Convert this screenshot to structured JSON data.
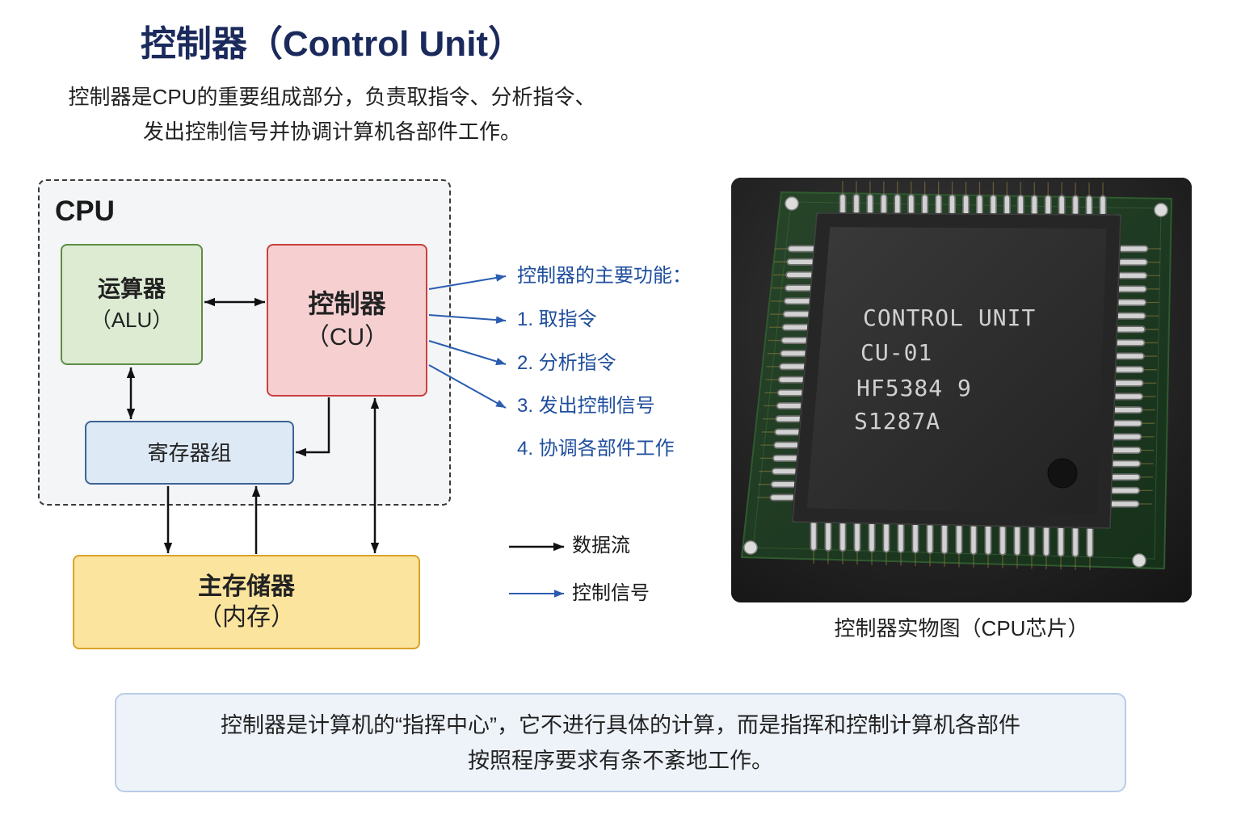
{
  "title": "控制器（Control Unit）",
  "intro": {
    "line1": "控制器是CPU的重要组成部分，负责取指令、分析指令、",
    "line2": "发出控制信号并协调计算机各部件工作。"
  },
  "diagram": {
    "cpu_label": "CPU",
    "alu": {
      "name": "运算器",
      "abbr": "（ALU）"
    },
    "cu": {
      "name": "控制器",
      "abbr": "（CU）"
    },
    "registers": {
      "name": "寄存器组"
    },
    "memory": {
      "name": "主存储器",
      "abbr": "（内存）"
    }
  },
  "functions": {
    "heading": "控制器的主要功能：",
    "items": [
      "1. 取指令",
      "2. 分析指令",
      "3. 发出控制信号",
      "4. 协调各部件工作"
    ]
  },
  "legend": {
    "data_flow": "数据流",
    "control_signal": "控制信号"
  },
  "photo": {
    "chip_markings": [
      "CONTROL UNIT",
      "CU-01",
      "HF5384 9",
      "S1287A"
    ],
    "caption": "控制器实物图（CPU芯片）"
  },
  "summary": {
    "line1": "控制器是计算机的“指挥中心”，它不进行具体的计算，而是指挥和控制计算机各部件",
    "line2": "按照程序要求有条不紊地工作。"
  },
  "colors": {
    "title": "#1b2a5c",
    "function_text": "#1f4e9e",
    "data_flow": "#111111",
    "control_signal": "#2a5db0",
    "alu_fill": "#dcebd2",
    "alu_border": "#5e8c45",
    "cu_fill": "#f6d0d1",
    "cu_border": "#c8403f",
    "reg_fill": "#dde9f5",
    "reg_border": "#3d6494",
    "mem_fill": "#fbe49d",
    "mem_border": "#d9a228",
    "summary_fill": "#eef3fa",
    "summary_border": "#b9cce6"
  }
}
